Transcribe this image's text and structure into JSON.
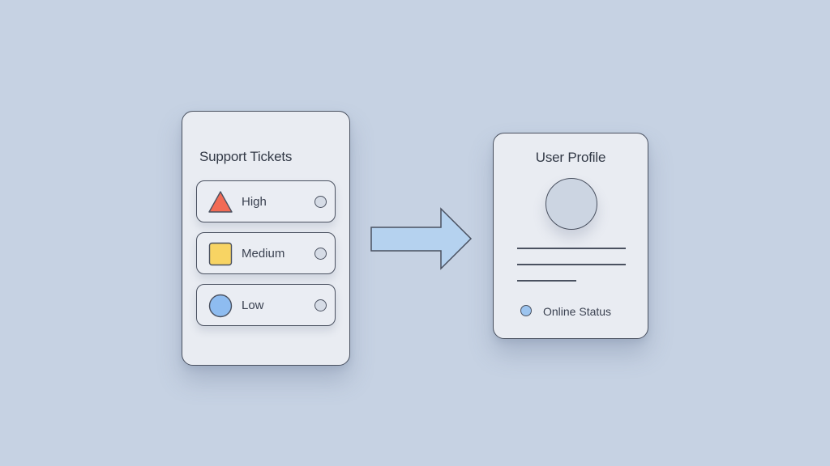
{
  "tickets_card": {
    "title": "Support Tickets",
    "items": [
      {
        "label": "High",
        "icon": "triangle-icon",
        "color": "#f26b55"
      },
      {
        "label": "Medium",
        "icon": "square-icon",
        "color": "#f8d463"
      },
      {
        "label": "Low",
        "icon": "circle-icon",
        "color": "#8ebcf0"
      }
    ]
  },
  "arrow": {
    "icon": "arrow-right-icon",
    "color": "#b5d2ef"
  },
  "profile_card": {
    "title": "User Profile",
    "avatar": "avatar-placeholder",
    "status_label": "Online Status",
    "status_color": "#9cc4ef"
  }
}
